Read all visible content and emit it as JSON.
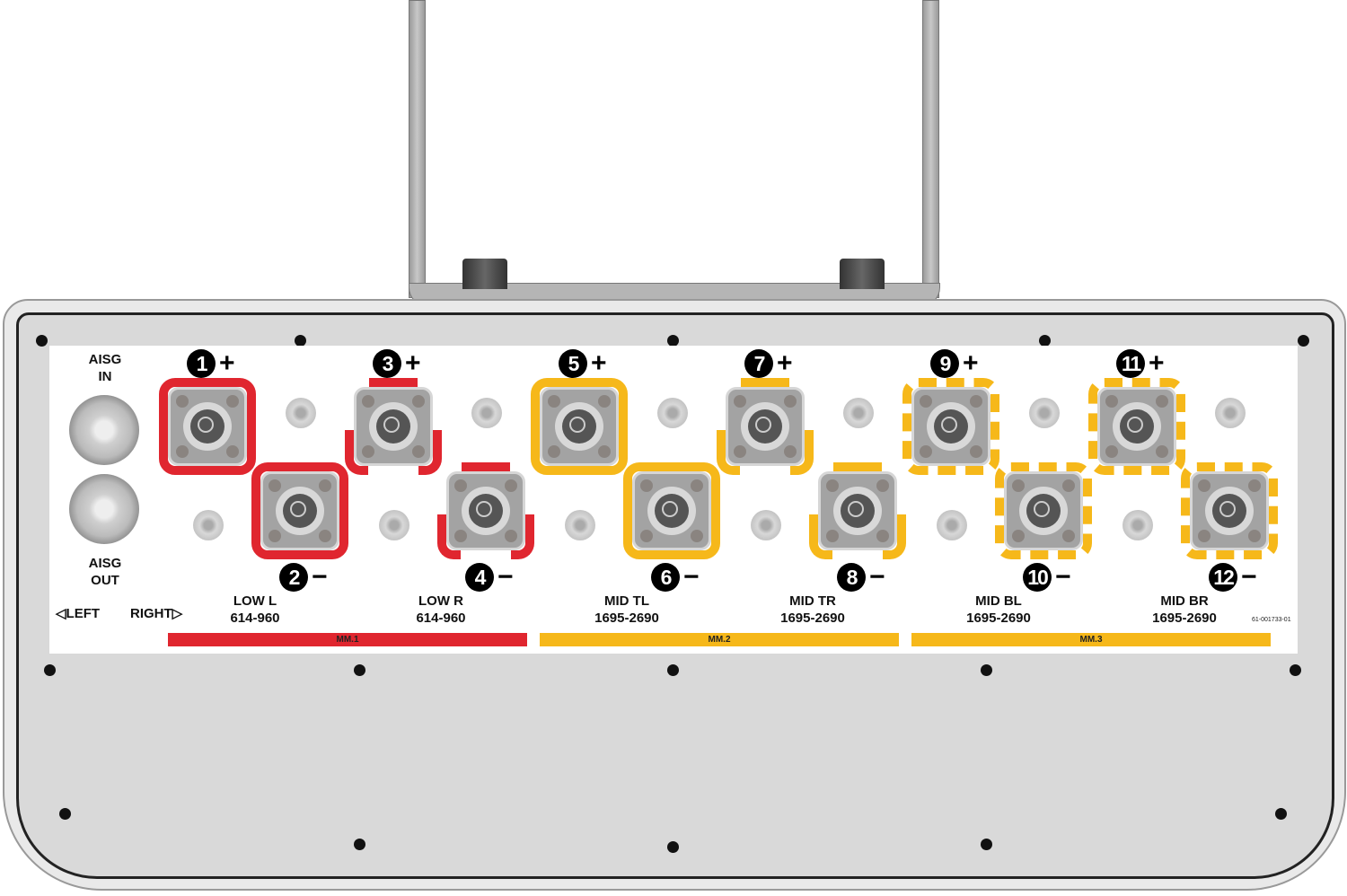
{
  "aisg": {
    "in": "AISG\nIN",
    "out": "AISG\nOUT"
  },
  "direction": {
    "left": "◁LEFT",
    "right": "RIGHT▷"
  },
  "part_number": "61-001733-01",
  "colors": {
    "low": "#e0262f",
    "mid": "#f6b81a"
  },
  "ports": [
    {
      "n": "1",
      "sign": "+",
      "style": "solid",
      "group": "low"
    },
    {
      "n": "2",
      "sign": "−",
      "style": "solid",
      "group": "low"
    },
    {
      "n": "3",
      "sign": "+",
      "style": "bracket",
      "group": "low"
    },
    {
      "n": "4",
      "sign": "−",
      "style": "bracket",
      "group": "low"
    },
    {
      "n": "5",
      "sign": "+",
      "style": "solid",
      "group": "mid"
    },
    {
      "n": "6",
      "sign": "−",
      "style": "solid",
      "group": "mid"
    },
    {
      "n": "7",
      "sign": "+",
      "style": "bracket",
      "group": "mid"
    },
    {
      "n": "8",
      "sign": "−",
      "style": "bracket",
      "group": "mid"
    },
    {
      "n": "9",
      "sign": "+",
      "style": "dashed",
      "group": "mid"
    },
    {
      "n": "10",
      "sign": "−",
      "style": "dashed",
      "group": "mid"
    },
    {
      "n": "11",
      "sign": "+",
      "style": "dashed",
      "group": "mid"
    },
    {
      "n": "12",
      "sign": "−",
      "style": "dashed",
      "group": "mid"
    }
  ],
  "bands": [
    {
      "name": "LOW L",
      "range": "614-960"
    },
    {
      "name": "LOW R",
      "range": "614-960"
    },
    {
      "name": "MID TL",
      "range": "1695-2690"
    },
    {
      "name": "MID TR",
      "range": "1695-2690"
    },
    {
      "name": "MID BL",
      "range": "1695-2690"
    },
    {
      "name": "MID BR",
      "range": "1695-2690"
    }
  ],
  "modules": [
    {
      "label": "MM.1",
      "group": "low"
    },
    {
      "label": "MM.2",
      "group": "mid"
    },
    {
      "label": "MM.3",
      "group": "mid"
    }
  ]
}
